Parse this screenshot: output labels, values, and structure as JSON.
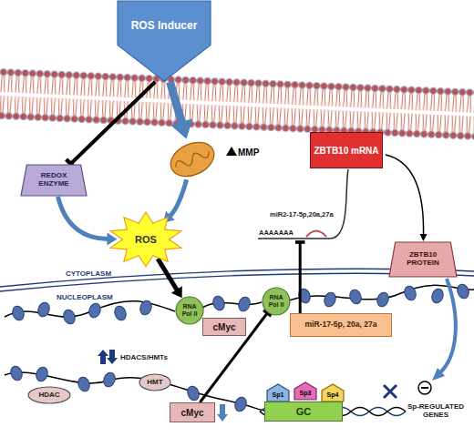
{
  "diagram": {
    "nodes": [
      {
        "text": [
          "ROS Inducer"
        ]
      },
      {
        "text": [
          "ZBTB10 mRNA"
        ]
      },
      {
        "text": [
          "MMP"
        ]
      },
      {
        "text": [
          "REDOX ENZYME"
        ]
      },
      {
        "text": [
          "ROS"
        ]
      },
      {
        "text": [
          "ZBTB10 PROTEIN"
        ]
      },
      {
        "text": [
          "RNA Pol II"
        ]
      },
      {
        "text": [
          "cMyc"
        ]
      },
      {
        "text": [
          "RNA Pol II"
        ]
      },
      {
        "text": [
          "miR-17-5p, 20a, 27a"
        ]
      },
      {
        "text": [
          "HDAC"
        ]
      },
      {
        "text": [
          "HMT"
        ]
      },
      {
        "text": [
          "cMyc"
        ]
      },
      {
        "text": [
          "Sp1"
        ]
      },
      {
        "text": [
          "Sp3"
        ]
      },
      {
        "text": [
          "Sp4"
        ]
      },
      {
        "text": [
          "GC"
        ]
      }
    ],
    "edges": [
      {
        "from": 0,
        "to": 3,
        "arrow": "to"
      },
      {
        "from": 0,
        "to": 2,
        "arrow": "to"
      },
      {
        "from": 3,
        "to": 4,
        "arrow": "to"
      },
      {
        "from": 2,
        "to": 4,
        "arrow": "to"
      },
      {
        "from": 4,
        "to": 6,
        "arrow": "to"
      },
      {
        "from": 9,
        "to": 1,
        "arrow": "to"
      },
      {
        "from": 1,
        "to": 5,
        "arrow": "to"
      },
      {
        "from": 12,
        "to": 8,
        "arrow": "to"
      }
    ],
    "labels": [
      "miR2-17-5p,20a,27a",
      "AAAAAAA",
      "CYTOPLASM",
      "NUCLEOPLASM",
      "HDACS/HMTs",
      "Sp-REGULATED GENES"
    ]
  }
}
